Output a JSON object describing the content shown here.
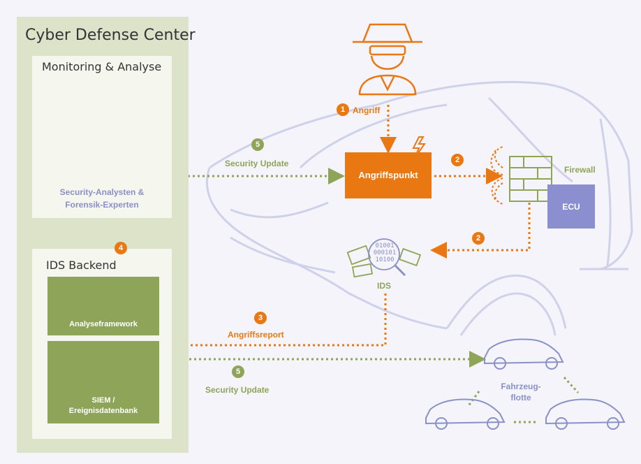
{
  "colors": {
    "orange": "#e97812",
    "green": "#8ea559",
    "purple": "#8a90c8",
    "panel": "#dde3c9"
  },
  "cyber_defense_center": {
    "title": "Cyber Defense Center"
  },
  "monitoring": {
    "title": "Monitoring & Analyse",
    "label_line1": "Security-Analysten &",
    "label_line2": "Forensik-Experten"
  },
  "ids_backend": {
    "title": "IDS Backend",
    "analyseframework": "Analyseframework",
    "siem_line1": "SIEM /",
    "siem_line2": "Ereignisdatenbank"
  },
  "attack": {
    "step": "1",
    "label": "Angriff",
    "point_label": "Angriffspunkt"
  },
  "firewall": {
    "label": "Firewall",
    "step": "2"
  },
  "ecu": {
    "label": "ECU"
  },
  "ids": {
    "label": "IDS",
    "step": "2",
    "binary1": "01001",
    "binary2": "000101",
    "binary3": "10100"
  },
  "report": {
    "step": "3",
    "label": "Angriffsreport"
  },
  "feedback": {
    "step": "4"
  },
  "update_top": {
    "step": "5",
    "label": "Security Update"
  },
  "update_bottom": {
    "step": "5",
    "label": "Security Update"
  },
  "fleet": {
    "line1": "Fahrzeug-",
    "line2": "flotte"
  }
}
